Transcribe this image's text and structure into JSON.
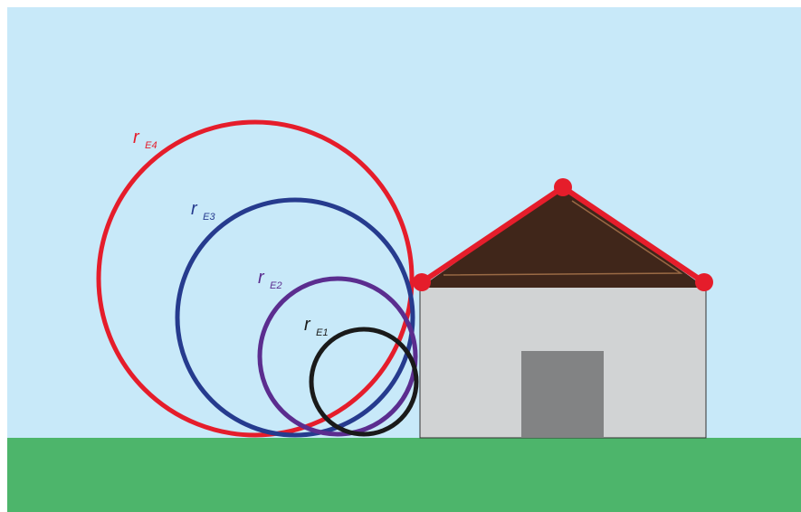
{
  "colors": {
    "sky": "#c8e9f9",
    "ground": "#4db56b",
    "wall": "#d1d3d4",
    "door": "#828384",
    "roof": "#40261a",
    "roof_highlight": "#9a6a45",
    "roof_edge": "#e51d2b",
    "black_circle": "#1a1a1a",
    "purple_circle": "#5b2d8f",
    "blue_circle": "#263b8e",
    "red_circle": "#e51d2b"
  },
  "labels": {
    "r_e1": {
      "main": "r",
      "sub": "E1"
    },
    "r_e2": {
      "main": "r",
      "sub": "E2"
    },
    "r_e3": {
      "main": "r",
      "sub": "E3"
    },
    "r_e4": {
      "main": "r",
      "sub": "E4"
    }
  }
}
